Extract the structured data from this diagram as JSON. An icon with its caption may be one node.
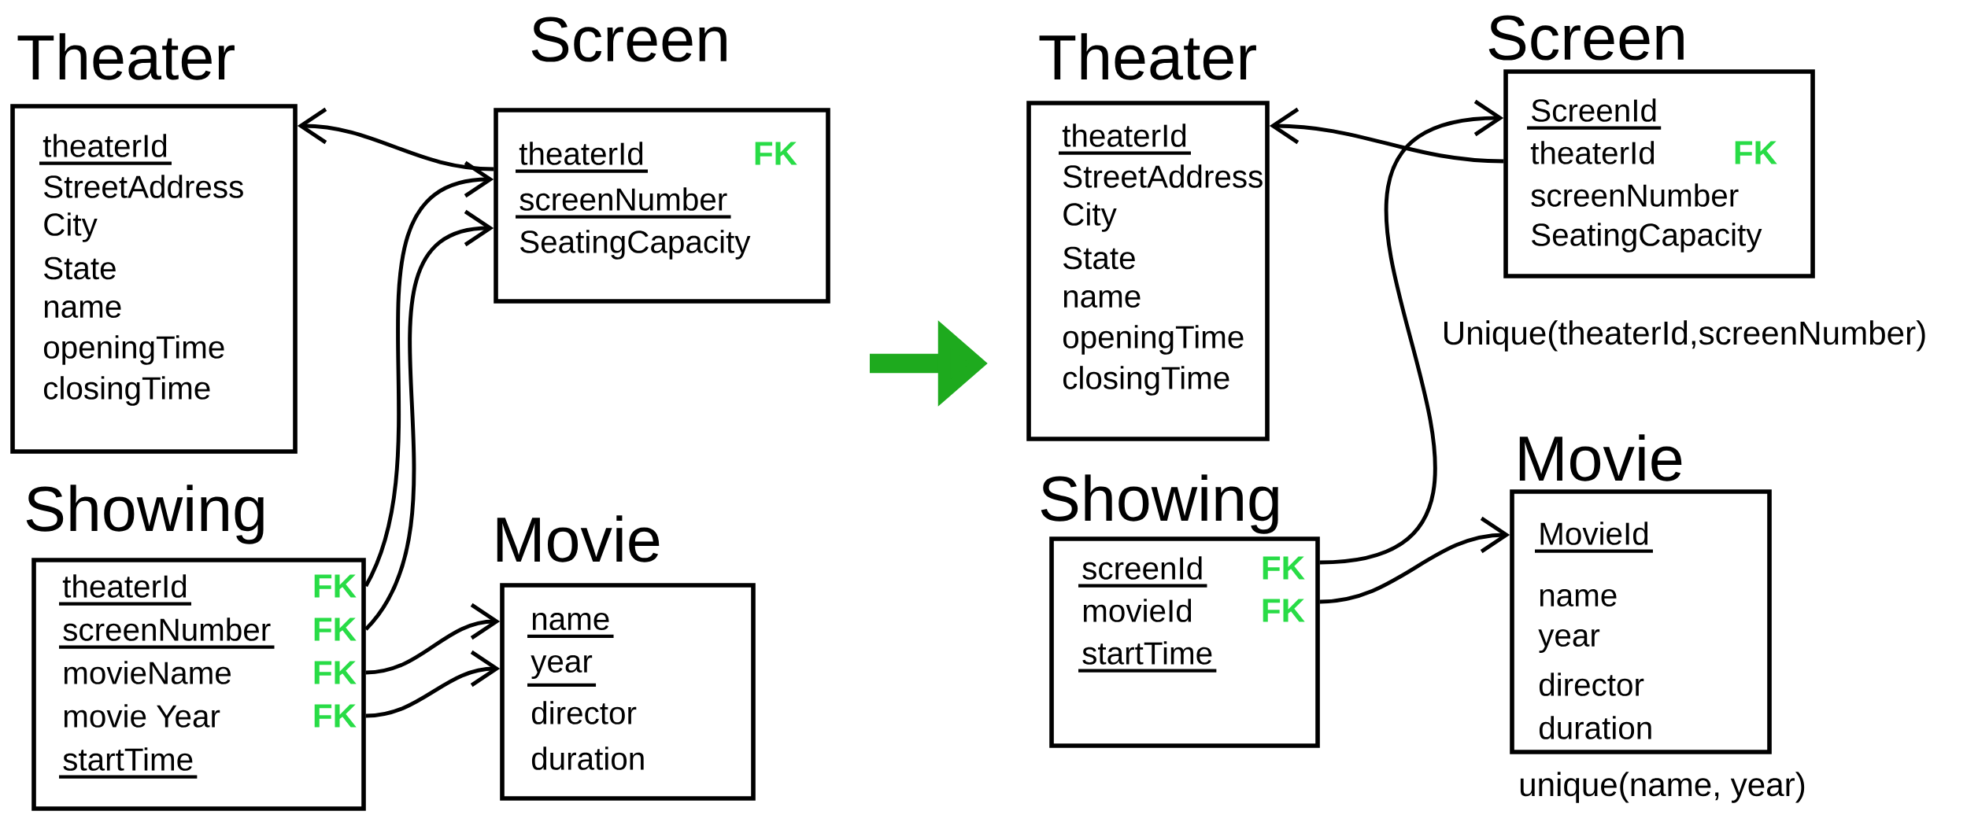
{
  "diagram": {
    "nodes": [
      {
        "text": [
          "Theater",
          "theaterId",
          "StreetAddress",
          "City",
          "State",
          "name",
          "openingTime",
          "closingTime"
        ]
      },
      {
        "text": [
          "Screen",
          "theaterId",
          "FK",
          "screenNumber",
          "SeatingCapacity"
        ]
      },
      {
        "text": [
          "Showing",
          "theaterId",
          "FK",
          "screenNumber",
          "FK",
          "movieName",
          "FK",
          "movie Year",
          "FK",
          "startTime"
        ]
      },
      {
        "text": [
          "Movie",
          "name",
          "year",
          "director",
          "duration"
        ]
      },
      {
        "text": [
          "Theater",
          "theaterId",
          "StreetAddress",
          "City",
          "State",
          "name",
          "openingTime",
          "closingTime"
        ]
      },
      {
        "text": [
          "Screen",
          "ScreenId",
          "theaterId",
          "FK",
          "screenNumber",
          "SeatingCapacity"
        ],
        "beside": [
          "Unique(theaterId,screenNumber)"
        ]
      },
      {
        "text": [
          "Showing",
          "screenId",
          "FK",
          "movieId",
          "FK",
          "startTime"
        ]
      },
      {
        "text": [
          "Movie",
          "MovieId",
          "name",
          "year",
          "director",
          "duration"
        ],
        "beside": [
          "unique(name, year)"
        ]
      }
    ],
    "edges": [
      {
        "from": 1,
        "to": 0,
        "arrow": "to"
      },
      {
        "from": 2,
        "to": 1,
        "arrow": "to"
      },
      {
        "from": 2,
        "to": 1,
        "arrow": "to"
      },
      {
        "from": 2,
        "to": 3,
        "arrow": "to"
      },
      {
        "from": 2,
        "to": 3,
        "arrow": "to"
      },
      {
        "from": 5,
        "to": 4,
        "arrow": "to"
      },
      {
        "from": 6,
        "to": 5,
        "arrow": "to"
      },
      {
        "from": 6,
        "to": 7,
        "arrow": "to"
      }
    ]
  }
}
